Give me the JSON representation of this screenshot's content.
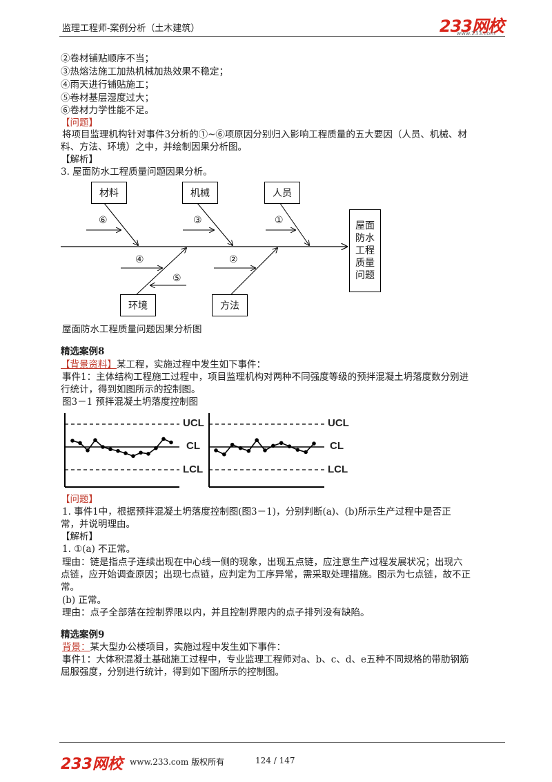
{
  "header": {
    "title": "监理工程师-案例分析（土木建筑）",
    "brand": "233网校",
    "brand_sub": "www.233.com"
  },
  "list_items": [
    "②卷材铺贴顺序不当；",
    "③热熔法施工加热机械加热效果不稳定；",
    "④雨天进行铺贴施工；",
    "⑤卷材基层湿度过大；",
    "⑥卷材力学性能不足。"
  ],
  "question_label": "【问题】",
  "question_text_1": "将项目监理机构针对事件3分析的①~⑥项原因分别归入影响工程质量的五大要因（人员、机械、材",
  "question_text_2": "料、方法、环境）之中，并绘制因果分析图。",
  "analysis_label": "【解析】",
  "analysis_intro": "3. 屋面防水工程质量问题因果分析。",
  "fishbone": {
    "boxes": {
      "material": "材料",
      "machine": "机械",
      "person": "人员",
      "environment": "环境",
      "method": "方法"
    },
    "head_lines": [
      "屋面",
      "防水",
      "工程",
      "质量",
      "问题"
    ],
    "markers": {
      "m6": "⑥",
      "m3": "③",
      "m1": "①",
      "m4": "④",
      "m5": "⑤",
      "m2": "②"
    },
    "caption": "屋面防水工程质量问题因果分析图"
  },
  "case8": {
    "title": "精选案例8",
    "bg_label": "【背景资料】",
    "bg_text": "某工程，实施过程中发生如下事件：",
    "event1_a": "事件1：主体结构工程施工过程中，项目监理机构对两种不同强度等级的预拌混凝土坍落度数分别进",
    "event1_b": "行统计，得到如图所示的控制图。",
    "figure_title": "图3－1 预拌混凝土坍落度控制图",
    "chart_labels": {
      "ucl": "UCL",
      "cl": "CL",
      "lcl": "LCL"
    },
    "question_label": "【问题】",
    "question_1": "1. 事件1中，根据预拌混凝土坍落度控制图(图3－1)，分别判断(a)、(b)所示生产过程中是否正",
    "question_2": "常，并说明理由。",
    "analysis_label": "【解析】",
    "ans_a": "1. ①(a) 不正常。",
    "reason_a_1": "理由：链是指点子连续出现在中心线一侧的现象，出现五点链，应注意生产过程发展状况；出现六",
    "reason_a_2": "点链，应开始调查原因；出现七点链，应判定为工序异常，需采取处理措施。图示为七点链，故不正",
    "reason_a_3": "常。",
    "ans_b": "(b) 正常。",
    "reason_b": "理由：点子全部落在控制界限以内，并且控制界限内的点子排列没有缺陷。"
  },
  "case9": {
    "title": "精选案例9",
    "bg_label": "背景：",
    "bg_text": "某大型办公楼项目，实施过程中发生如下事件：",
    "event1_a": "事件1：大体积混凝土基础施工过程中，专业监理工程师对a、b、c、d、e五种不同规格的带肋钢筋",
    "event1_b": "屈服强度，分别进行统计，得到如下图所示的控制图。"
  },
  "footer": {
    "brand": "233网校",
    "site": "www.233.com 版权所有",
    "page": "124 / 147"
  },
  "chart_data": [
    {
      "type": "line",
      "title": "",
      "series": [
        {
          "values": [
            0.55,
            0.35,
            -0.3,
            0.6,
            0.0,
            -0.2,
            -0.35,
            -0.55,
            -0.8,
            -0.5,
            -0.6,
            -0.1,
            0.7,
            0.4
          ]
        }
      ],
      "reference_lines": [
        "UCL",
        "CL",
        "LCL"
      ],
      "ylim": [
        -1.9,
        1.9
      ]
    },
    {
      "type": "line",
      "title": "",
      "series": [
        {
          "values": [
            -0.3,
            -0.65,
            0.2,
            -0.1,
            -0.35,
            0.6,
            -0.3,
            0.1,
            0.35,
            0.05,
            -0.25,
            -0.45,
            0.3
          ]
        }
      ],
      "reference_lines": [
        "UCL",
        "CL",
        "LCL"
      ],
      "ylim": [
        -1.9,
        1.9
      ]
    }
  ]
}
